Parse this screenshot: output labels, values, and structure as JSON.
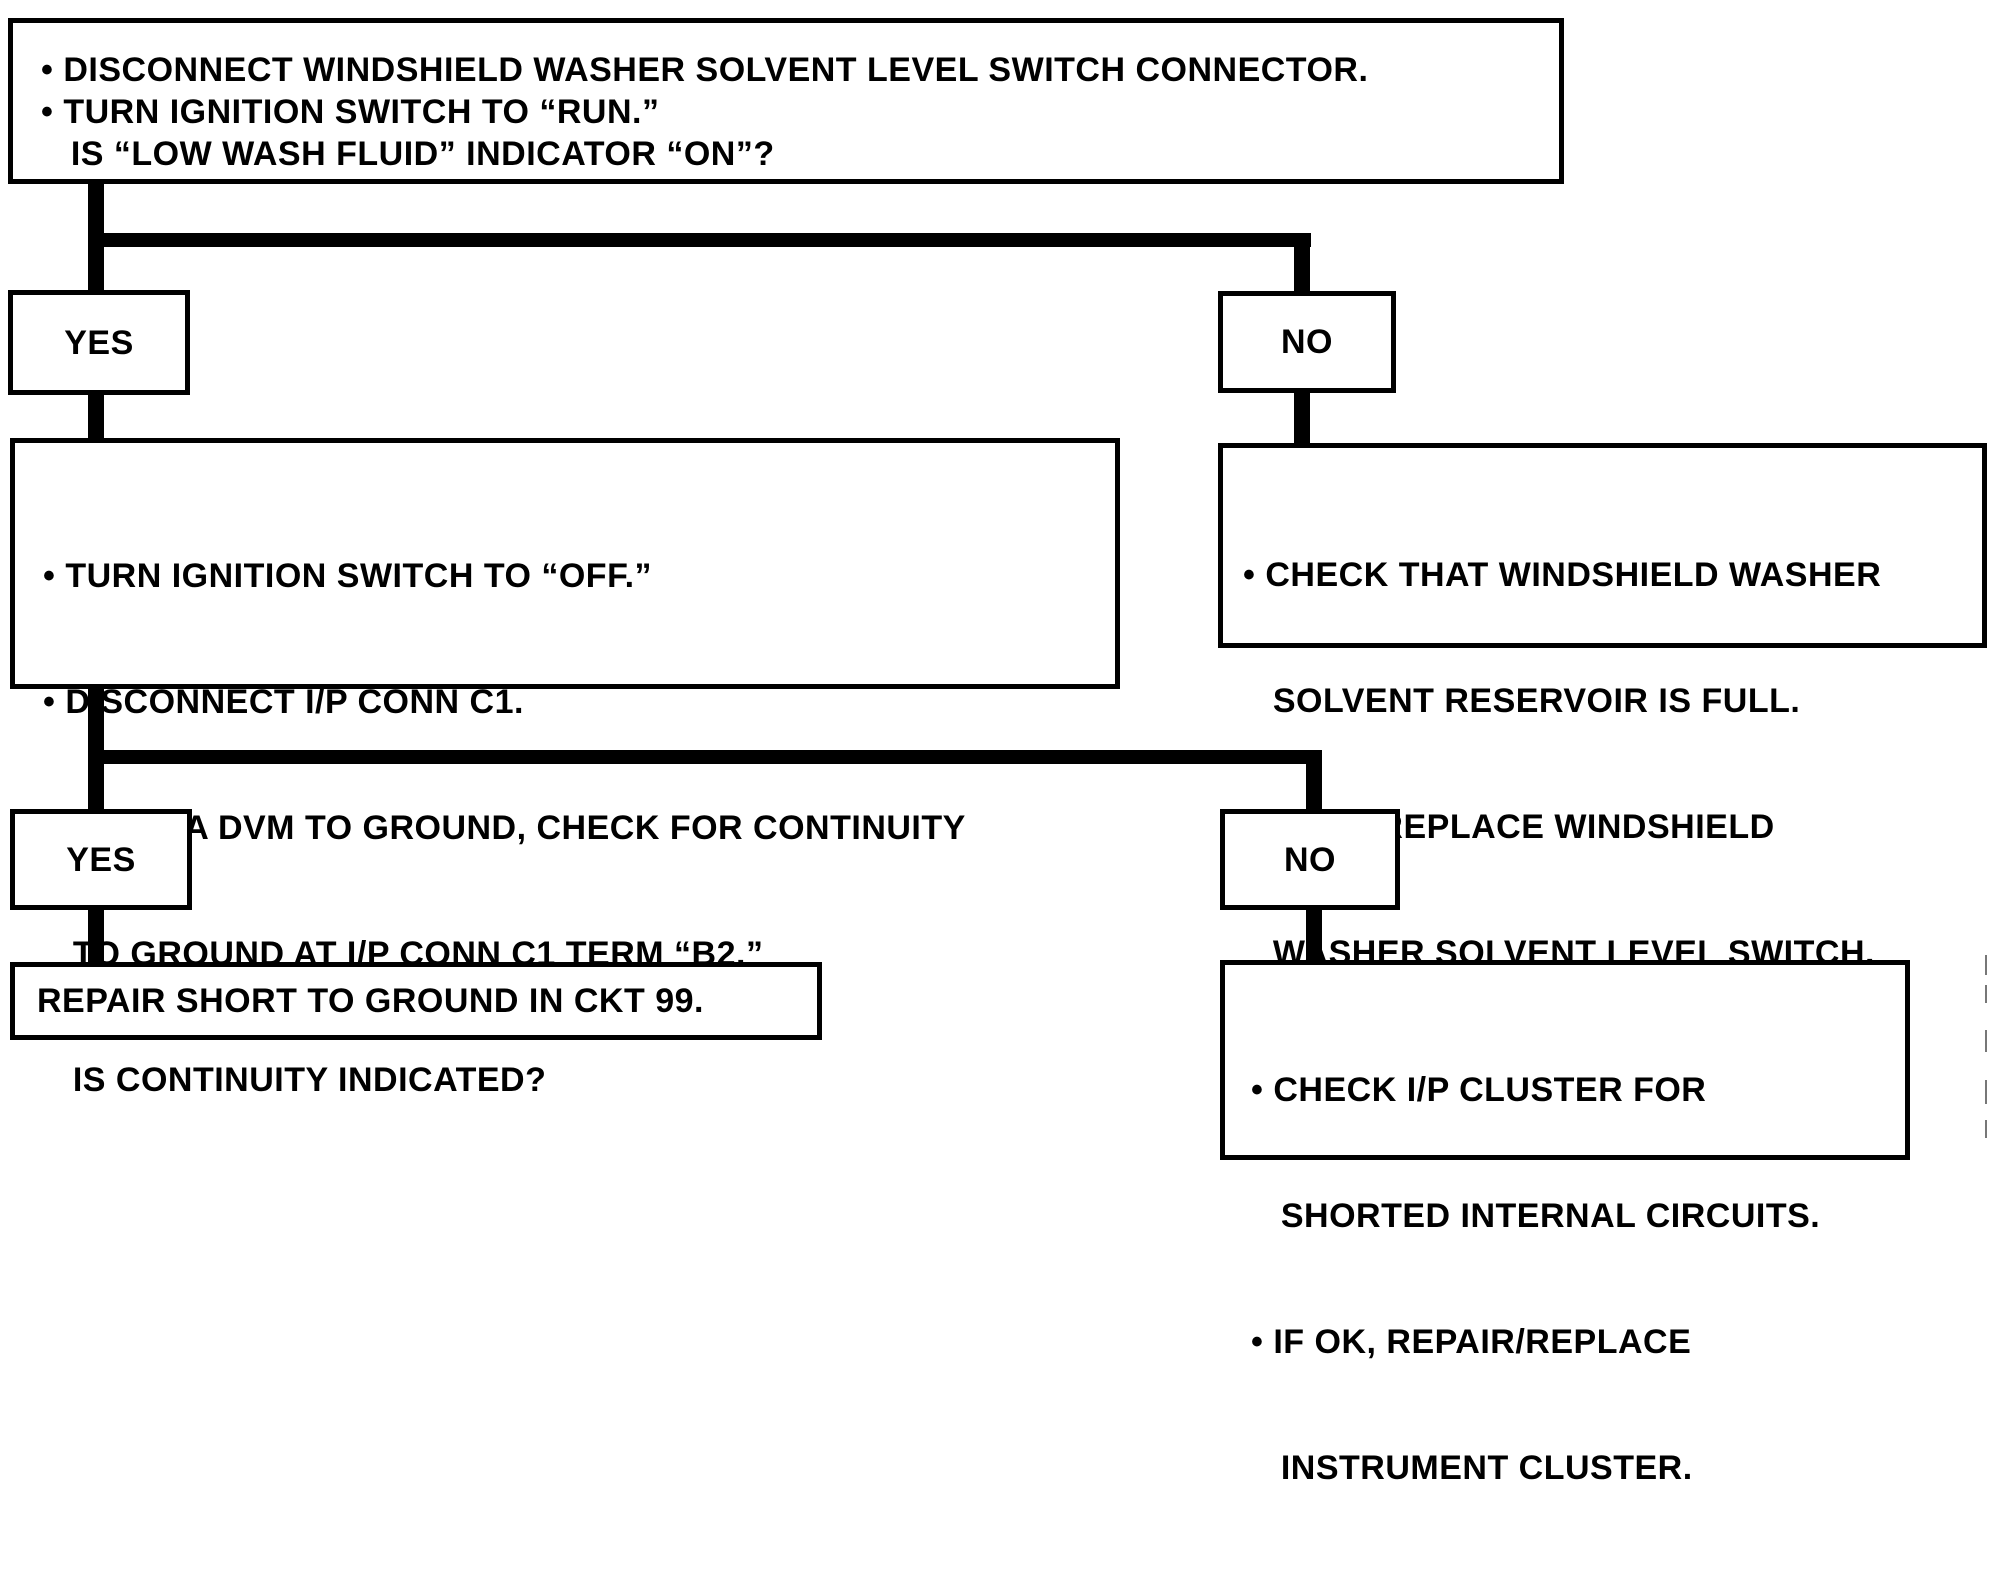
{
  "step1": {
    "lines": [
      "• DISCONNECT WINDSHIELD WASHER SOLVENT LEVEL SWITCH CONNECTOR.",
      "• TURN IGNITION SWITCH TO “RUN.”",
      "   IS “LOW WASH FLUID” INDICATOR “ON”?"
    ]
  },
  "branch1": {
    "yes_label": "YES",
    "no_label": "NO"
  },
  "step2": {
    "lines": [
      "• TURN IGNITION SWITCH TO “OFF.”",
      "• DISCONNECT I/P CONN C1.",
      "• USING A DVM TO GROUND, CHECK FOR CONTINUITY",
      "   TO GROUND AT I/P CONN C1 TERM “B2.”",
      "   IS CONTINUITY INDICATED?"
    ]
  },
  "result_no1": {
    "lines": [
      "• CHECK THAT WINDSHIELD WASHER",
      "   SOLVENT RESERVOIR IS FULL.",
      "• IF OK, REPLACE WINDSHIELD",
      "   WASHER SOLVENT LEVEL SWITCH."
    ]
  },
  "branch2": {
    "yes_label": "YES",
    "no_label": "NO"
  },
  "result_yes2": {
    "lines": [
      "REPAIR SHORT TO GROUND IN CKT 99."
    ]
  },
  "result_no2": {
    "lines": [
      "• CHECK I/P CLUSTER FOR",
      "   SHORTED INTERNAL CIRCUITS.",
      "• IF OK, REPAIR/REPLACE",
      "   INSTRUMENT CLUSTER."
    ]
  }
}
